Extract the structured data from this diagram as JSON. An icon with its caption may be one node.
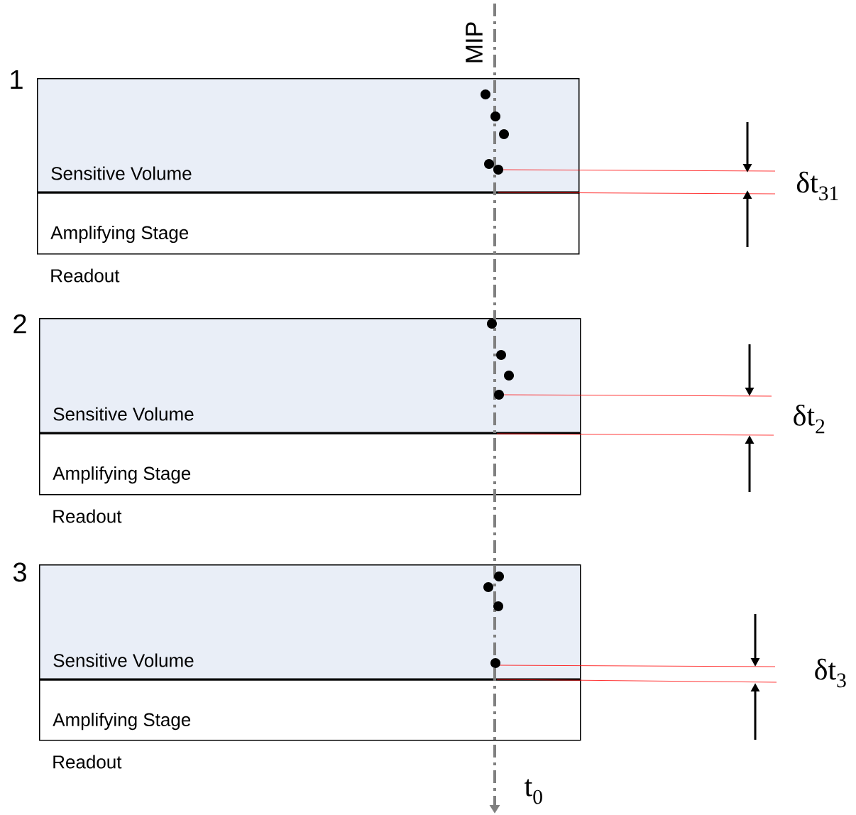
{
  "diagram": {
    "nodes": [
      {
        "text": [
          "Sensitive Volume"
        ]
      },
      {
        "text": [
          "Amplifying Stage"
        ]
      },
      {
        "text": [
          "Sensitive Volume"
        ]
      },
      {
        "text": [
          "Amplifying Stage"
        ]
      },
      {
        "text": [
          "Sensitive Volume"
        ]
      },
      {
        "text": [
          "Amplifying Stage"
        ]
      }
    ],
    "labels": [
      "MIP",
      "1",
      "δt$_{31}$",
      "Readout",
      "2",
      "δt$_{2}$",
      "Readout",
      "3",
      "δt$_{3}$",
      "Readout",
      "t$_{0}$"
    ]
  }
}
